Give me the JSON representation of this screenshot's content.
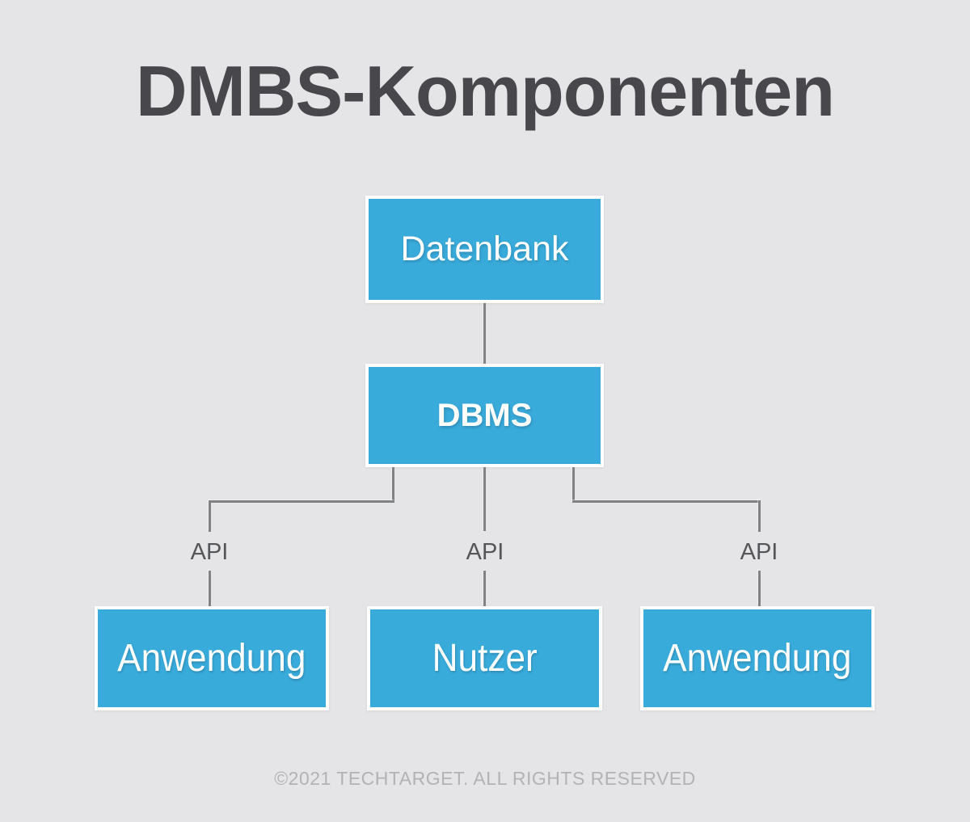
{
  "title": "DMBS-Komponenten",
  "footer": "©2021 TECHTARGET. ALL RIGHTS RESERVED",
  "diagram": {
    "type": "flowchart",
    "nodes": [
      {
        "id": "datenbank",
        "label": "Datenbank",
        "row": "top"
      },
      {
        "id": "dbms",
        "label": "DBMS",
        "row": "middle"
      },
      {
        "id": "anwendung-left",
        "label": "Anwendung",
        "row": "bottom"
      },
      {
        "id": "nutzer",
        "label": "Nutzer",
        "row": "bottom"
      },
      {
        "id": "anwendung-right",
        "label": "Anwendung",
        "row": "bottom"
      }
    ],
    "edges": [
      {
        "from": "datenbank",
        "to": "dbms",
        "label": ""
      },
      {
        "from": "dbms",
        "to": "anwendung-left",
        "label": "API"
      },
      {
        "from": "dbms",
        "to": "nutzer",
        "label": "API"
      },
      {
        "from": "dbms",
        "to": "anwendung-right",
        "label": "API"
      }
    ]
  },
  "colors": {
    "background": "#e5e4e6",
    "node_fill": "#39abdb",
    "node_border": "#ffffff",
    "node_text": "#ffffff",
    "connector_line": "#808285",
    "title_text": "#48484c",
    "api_label_text": "#55565a",
    "footer_text": "#b1b3b6"
  }
}
